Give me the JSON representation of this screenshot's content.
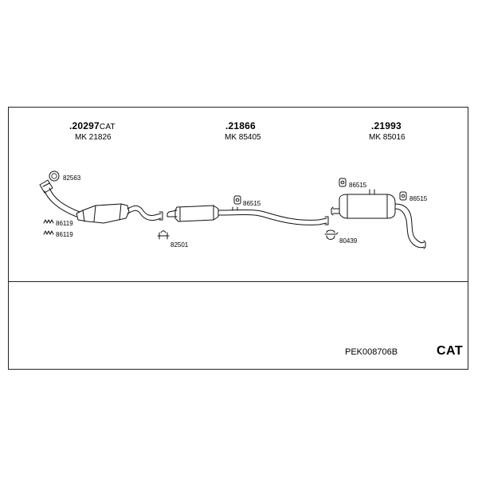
{
  "parts": [
    {
      "number": ".20297",
      "suffix": "CAT",
      "mk": "MK  21826"
    },
    {
      "number": ".21866",
      "suffix": "",
      "mk": "MK  85405"
    },
    {
      "number": ".21993",
      "suffix": "",
      "mk": "MK  85016"
    }
  ],
  "accessories": {
    "ring_82563": "82563",
    "spring_86119_a": "86119",
    "spring_86119_b": "86119",
    "clamp_82501": "82501",
    "rubber_86515_mid": "86515",
    "rubber_86515_rear_a": "86515",
    "rubber_86515_rear_b": "86515",
    "clamp_80439": "80439"
  },
  "set_code": "PEK008706B",
  "badge": "CAT"
}
